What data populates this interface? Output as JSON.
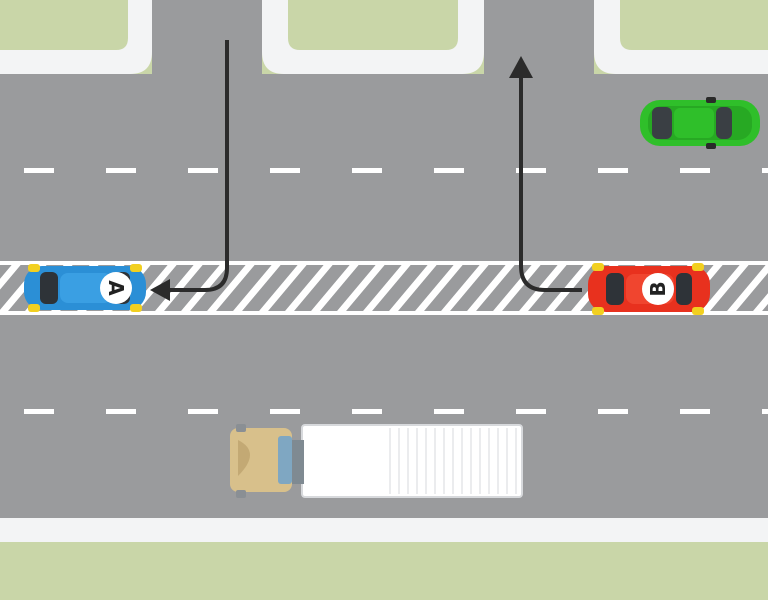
{
  "colors": {
    "grass": "#c9d6a8",
    "sidewalk": "#f3f4f5",
    "road": "#9a9b9d",
    "lane_mark": "#ffffff",
    "arrow": "#2b2b2b",
    "car_a": "#2b8fd6",
    "car_b": "#e8311e",
    "car_green": "#2fbf2a",
    "truck_cab": "#d8c08b",
    "truck_trailer": "#ffffff"
  },
  "vehicles": {
    "car_a": {
      "label": "A"
    },
    "car_b": {
      "label": "B"
    }
  },
  "icons": {
    "arrow_a": "left-turn-arrow",
    "arrow_b": "left-turn-arrow"
  }
}
